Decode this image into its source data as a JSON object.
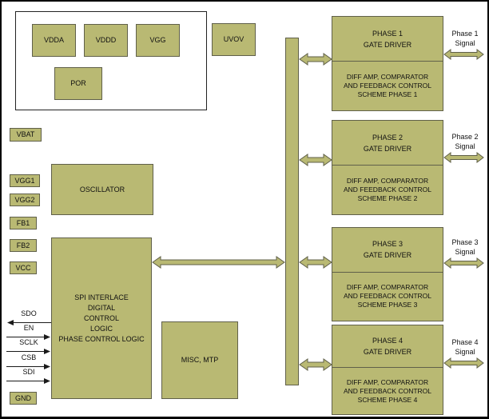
{
  "colors": {
    "background": "#ffffff",
    "border": "#000000",
    "block_fill": "#b9b973",
    "block_border": "#60604a",
    "line_color": "#1a1a1a"
  },
  "power_blocks": {
    "vdda": "VDDA",
    "vddd": "VDDD",
    "vgg": "VGG",
    "por": "POR",
    "uvov": "UVOV"
  },
  "pins": {
    "vbat": "VBAT",
    "vgg1": "VGG1",
    "vgg2": "VGG2",
    "fb1": "FB1",
    "fb2": "FB2",
    "vcc": "VCC",
    "gnd": "GND"
  },
  "core_blocks": {
    "oscillator": "OSCILLATOR",
    "spi": "SPI INTERLACE\nDIGITAL\nCONTROL\nLOGIC\nPHASE CONTROL LOGIC",
    "misc": "MISC, MTP"
  },
  "spi_signals": [
    {
      "label": "SDO",
      "direction": "out"
    },
    {
      "label": "EN",
      "direction": "in"
    },
    {
      "label": "SCLK",
      "direction": "in"
    },
    {
      "label": "CSB",
      "direction": "in"
    },
    {
      "label": "SDI",
      "direction": "in"
    }
  ],
  "phases": [
    {
      "gate": "PHASE 1\nGATE DRIVER",
      "feedback": "DIFF AMP, COMPARATOR\nAND FEEDBACK CONTROL\nSCHEME PHASE 1",
      "signal": "Phase 1\nSignal"
    },
    {
      "gate": "PHASE 2\nGATE DRIVER",
      "feedback": "DIFF AMP, COMPARATOR\nAND FEEDBACK CONTROL\nSCHEME PHASE 2",
      "signal": "Phase 2\nSignal"
    },
    {
      "gate": "PHASE 3\nGATE DRIVER",
      "feedback": "DIFF AMP, COMPARATOR\nAND FEEDBACK CONTROL\nSCHEME PHASE 3",
      "signal": "Phase 3\nSignal"
    },
    {
      "gate": "PHASE 4\nGATE DRIVER",
      "feedback": "DIFF AMP, COMPARATOR\nAND FEEDBACK CONTROL\nSCHEME PHASE 4",
      "signal": "Phase 4\nSignal"
    }
  ]
}
